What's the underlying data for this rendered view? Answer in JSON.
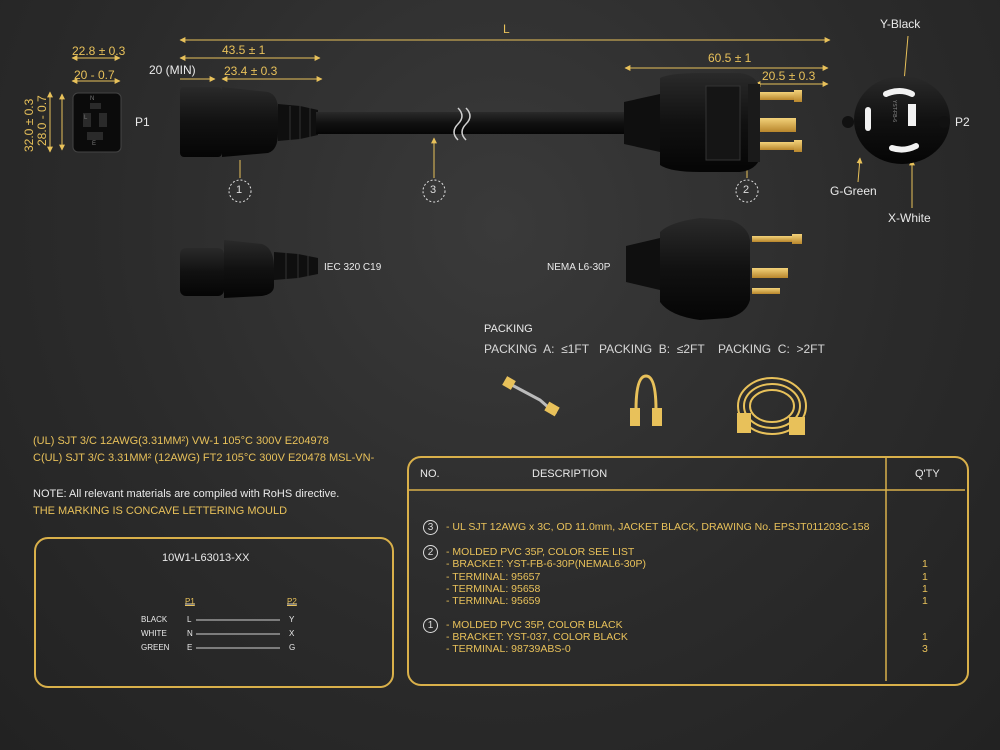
{
  "drawing": {
    "dims": {
      "L": "L",
      "d1": "22.8 ± 0.3",
      "d2": "20 - 0.7",
      "d3": "32.0 ± 0.3",
      "d4": "28.0 - 0.7",
      "d5": "43.5 ± 1",
      "d6": "20 (MIN)",
      "d7": "23.4 ± 0.3",
      "d8": "60.5 ± 1",
      "d9": "20.5 ± 0.3"
    },
    "p1": "P1",
    "p2": "P2",
    "callouts": [
      "1",
      "3",
      "2"
    ],
    "p1_pins": [
      "N",
      "L",
      "E"
    ],
    "plug_face_text": "YST-FB-6",
    "plug_face": {
      "y": "Y-Black",
      "g": "G-Green",
      "x": "X-White"
    },
    "iec_label": "IEC 320 C19",
    "nema_label": "NEMA L6-30P"
  },
  "packing": {
    "title": "PACKING",
    "a": "PACKING  A:  ≤1FT",
    "b": "PACKING  B:  ≤2FT",
    "c": "PACKING  C:  >2FT"
  },
  "specs": {
    "ul": "(UL) SJT 3/C 12AWG(3.31MM²) VW-1 105°C 300V E204978",
    "cul": "C(UL) SJT 3/C 3.31MM² (12AWG) FT2 105°C 300V E20478 MSL-VN-",
    "note1": "NOTE: All relevant materials are compiled with RoHS directive.",
    "note2": "THE MARKING IS CONCAVE LETTERING MOULD"
  },
  "wiring": {
    "model": "10W1-L63013-XX",
    "p1": "P1",
    "p2": "P2",
    "rows": [
      {
        "color": "BLACK",
        "p1": "L",
        "p2": "Y"
      },
      {
        "color": "WHITE",
        "p1": "N",
        "p2": "X"
      },
      {
        "color": "GREEN",
        "p1": "E",
        "p2": "G"
      }
    ]
  },
  "table": {
    "headers": {
      "no": "NO.",
      "desc": "DESCRIPTION",
      "qty": "Q'TY"
    },
    "items": [
      {
        "no": "3",
        "lines": [
          {
            "text": "- UL SJT 12AWG x 3C, OD 11.0mm, JACKET BLACK, DRAWING No. EPSJT011203C-158",
            "qty": ""
          }
        ]
      },
      {
        "no": "2",
        "lines": [
          {
            "text": "- MOLDED PVC 35P, COLOR SEE LIST",
            "qty": ""
          },
          {
            "text": "- BRACKET: YST-FB-6-30P(NEMAL6-30P)",
            "qty": "1"
          },
          {
            "text": "- TERMINAL: 95657",
            "qty": "1"
          },
          {
            "text": "- TERMINAL: 95658",
            "qty": "1"
          },
          {
            "text": "- TERMINAL: 95659",
            "qty": "1"
          }
        ]
      },
      {
        "no": "1",
        "lines": [
          {
            "text": "- MOLDED PVC 35P, COLOR BLACK",
            "qty": ""
          },
          {
            "text": "- BRACKET: YST-037, COLOR BLACK",
            "qty": "1"
          },
          {
            "text": "- TERMINAL: 98739ABS-0",
            "qty": "3"
          }
        ]
      }
    ]
  },
  "colors": {
    "accent": "#e8c15a",
    "bg": "#2b2b2b",
    "text": "#eaeaea"
  }
}
